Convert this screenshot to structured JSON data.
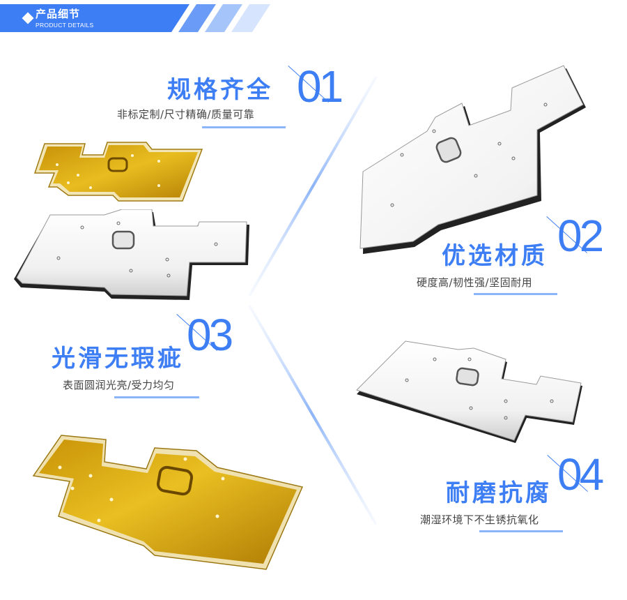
{
  "header": {
    "title": "产品细节",
    "subtitle": "PRODUCT DETAILS",
    "colors": {
      "primary": "#3d7ef5",
      "stripe2": "#6a9cf7",
      "stripe3": "#a5c4fa",
      "stripe4": "#d6e4fd"
    }
  },
  "features": [
    {
      "number": "01",
      "title": "规格齐全",
      "description": "非标定制/尺寸精确/质量可靠"
    },
    {
      "number": "02",
      "title": "优选材质",
      "description": "硬度高/韧性强/坚固耐用"
    },
    {
      "number": "03",
      "title": "光滑无瑕疵",
      "description": "表面圆润光亮/受力均匀"
    },
    {
      "number": "04",
      "title": "耐磨抗腐",
      "description": "潮湿环境下不生锈抗氧化"
    }
  ],
  "images": [
    {
      "label": "gold-plated-shield-plate",
      "finish": "gold"
    },
    {
      "label": "silver-shield-plate",
      "finish": "silver"
    },
    {
      "label": "silver-shield-plate-large",
      "finish": "silver"
    },
    {
      "label": "silver-shield-plate-flat",
      "finish": "silver"
    },
    {
      "label": "gold-plated-shield-plate-large",
      "finish": "gold"
    }
  ],
  "colors": {
    "accent": "#3d7ef5",
    "underline": "#8cb4f8",
    "text": "#444444",
    "gold": "#d8a512",
    "silver": "#f4f4f4"
  }
}
